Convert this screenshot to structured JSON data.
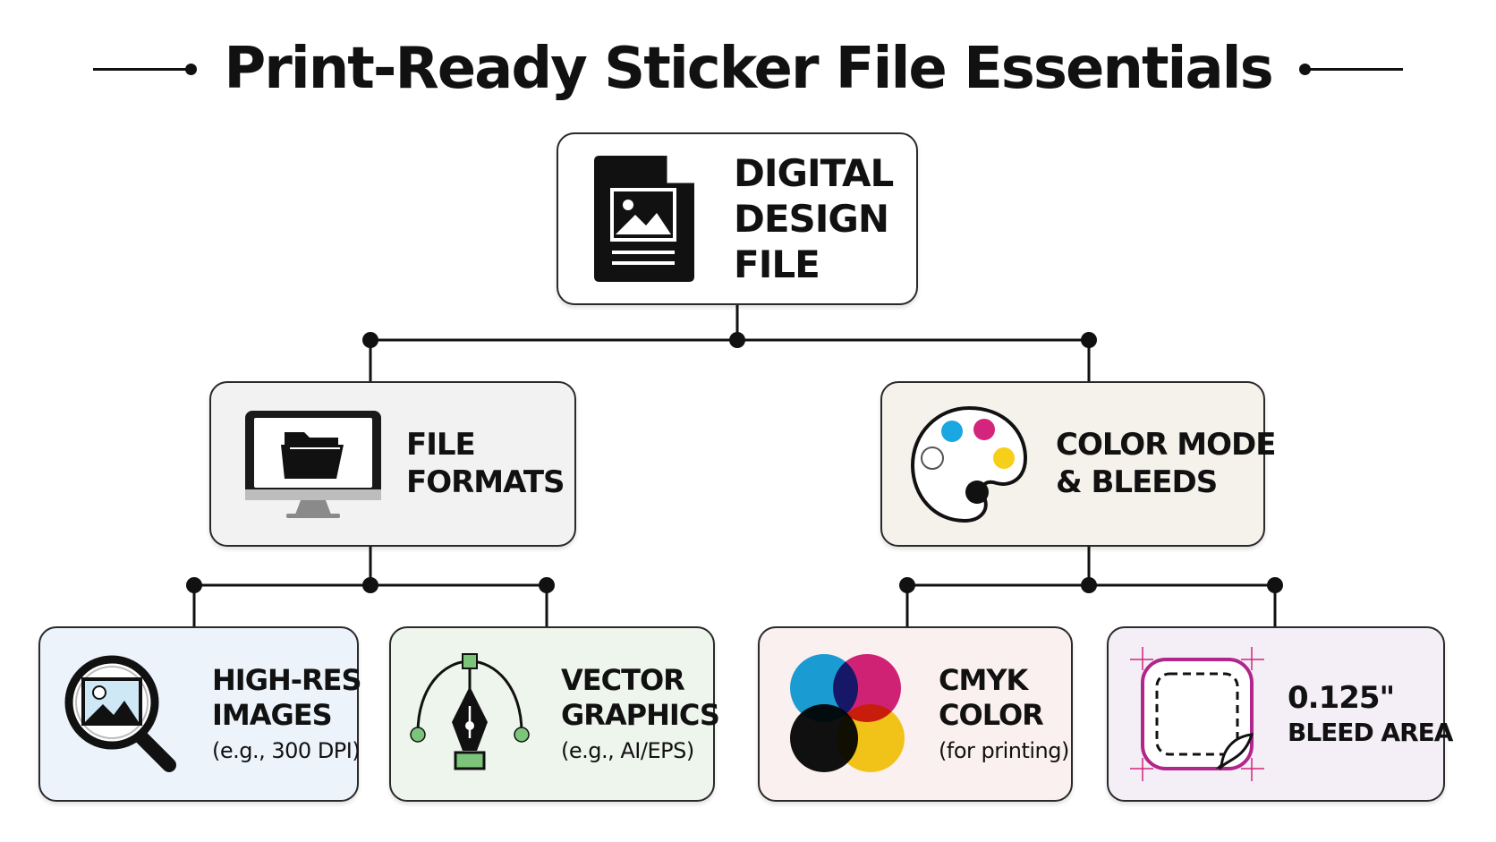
{
  "title": "Print-Ready Sticker File Essentials",
  "colors": {
    "root_bg": "#ffffff",
    "formats_bg": "#f2f2f2",
    "color_bg": "#f5f2ec",
    "highres_bg": "#edf3fb",
    "vector_bg": "#eef5ec",
    "cmyk_bg": "#fbf0f0",
    "bleed_bg": "#f4eff7",
    "cyan": "#1aa6e0",
    "magenta": "#d4247c",
    "yellow": "#f5cf1a",
    "black": "#111111",
    "green": "#7cc47a"
  },
  "root": {
    "lines": [
      "DIGITAL",
      "DESIGN",
      "FILE"
    ],
    "icon": "document-image-icon"
  },
  "branches": [
    {
      "lines": [
        "FILE",
        "FORMATS"
      ],
      "icon": "monitor-folder-icon",
      "children": [
        {
          "lines": [
            "HIGH-RES",
            "IMAGES"
          ],
          "sub": "(e.g., 300 DPI)",
          "icon": "magnifier-image-icon"
        },
        {
          "lines": [
            "VECTOR",
            "GRAPHICS"
          ],
          "sub": "(e.g., AI/EPS)",
          "icon": "pen-tool-icon"
        }
      ]
    },
    {
      "lines": [
        "COLOR MODE",
        "& BLEEDS"
      ],
      "icon": "paint-palette-icon",
      "children": [
        {
          "lines": [
            "CMYK",
            "COLOR"
          ],
          "sub": "(for printing)",
          "icon": "cmyk-circles-icon"
        },
        {
          "lines": [
            "0.125\"",
            "BLEED AREA"
          ],
          "icon": "bleed-sticker-icon"
        }
      ]
    }
  ]
}
